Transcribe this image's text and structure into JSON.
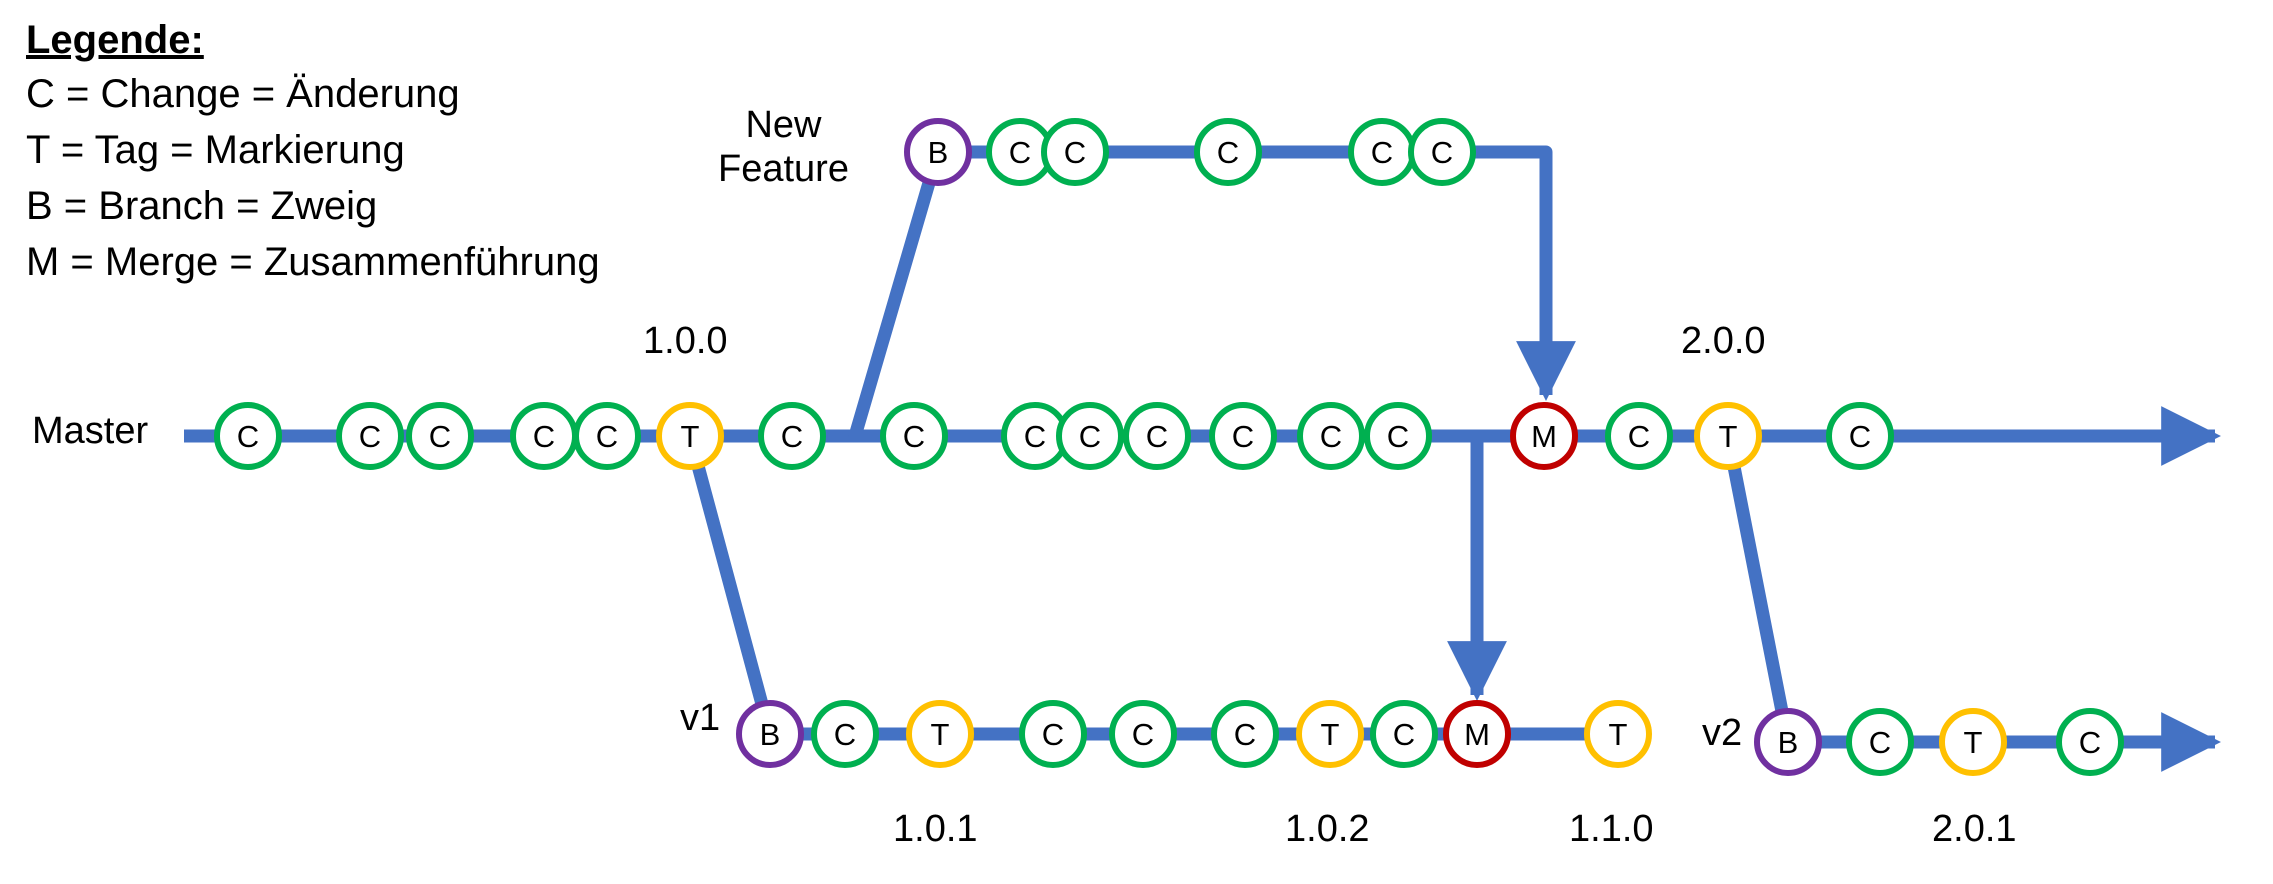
{
  "legend": {
    "title": "Legende:",
    "items": [
      "C = Change = Änderung",
      "T = Tag = Markierung",
      "B = Branch = Zweig",
      "M = Merge = Zusammenführung"
    ]
  },
  "branch_labels": {
    "master": "Master",
    "feature": "New\nFeature",
    "v1": "v1",
    "v2": "v2"
  },
  "version_labels": {
    "tag_100": "1.0.0",
    "tag_200": "2.0.0",
    "tag_101": "1.0.1",
    "tag_102": "1.0.2",
    "tag_110": "1.1.0",
    "tag_201": "2.0.1"
  },
  "colors": {
    "line": "#4472c4",
    "change": "#00b050",
    "tag": "#ffc000",
    "branch": "#7030a0",
    "merge": "#c00000"
  },
  "nodes": {
    "master": [
      "C",
      "C",
      "C",
      "C",
      "C",
      "T",
      "C",
      "C",
      "C",
      "C",
      "C",
      "C",
      "C",
      "C",
      "M",
      "C",
      "T",
      "C"
    ],
    "feature": [
      "B",
      "C",
      "C",
      "C",
      "C",
      "C"
    ],
    "v1": [
      "B",
      "C",
      "T",
      "C",
      "C",
      "C",
      "T",
      "C",
      "M",
      "T"
    ],
    "v2": [
      "B",
      "C",
      "T",
      "C"
    ]
  }
}
